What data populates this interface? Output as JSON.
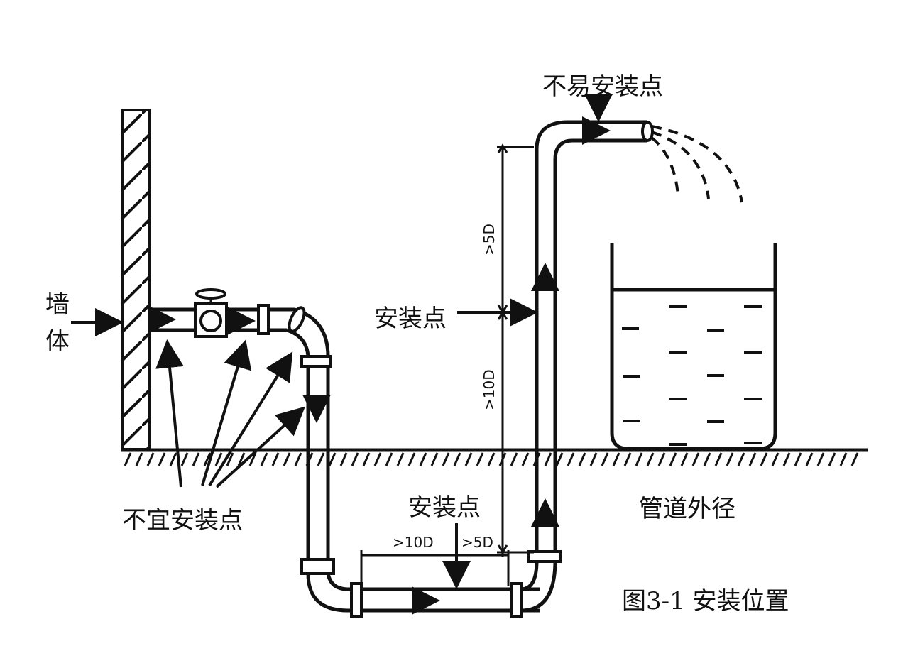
{
  "labels": {
    "wall": [
      "墙",
      "体"
    ],
    "not_suitable": "不宜安装点",
    "not_easy": "不易安装点",
    "install_point_vertical": "安装点",
    "install_point_horizontal": "安装点",
    "pipe_outer_diameter": "管道外径",
    "dim_5d_vertical": ">5D",
    "dim_10d_vertical": ">10D",
    "dim_10d_horizontal": ">10D",
    "dim_5d_horizontal": ">5D"
  },
  "caption": "图3-1 安装位置",
  "colors": {
    "line": "#111111",
    "background": "#ffffff"
  }
}
